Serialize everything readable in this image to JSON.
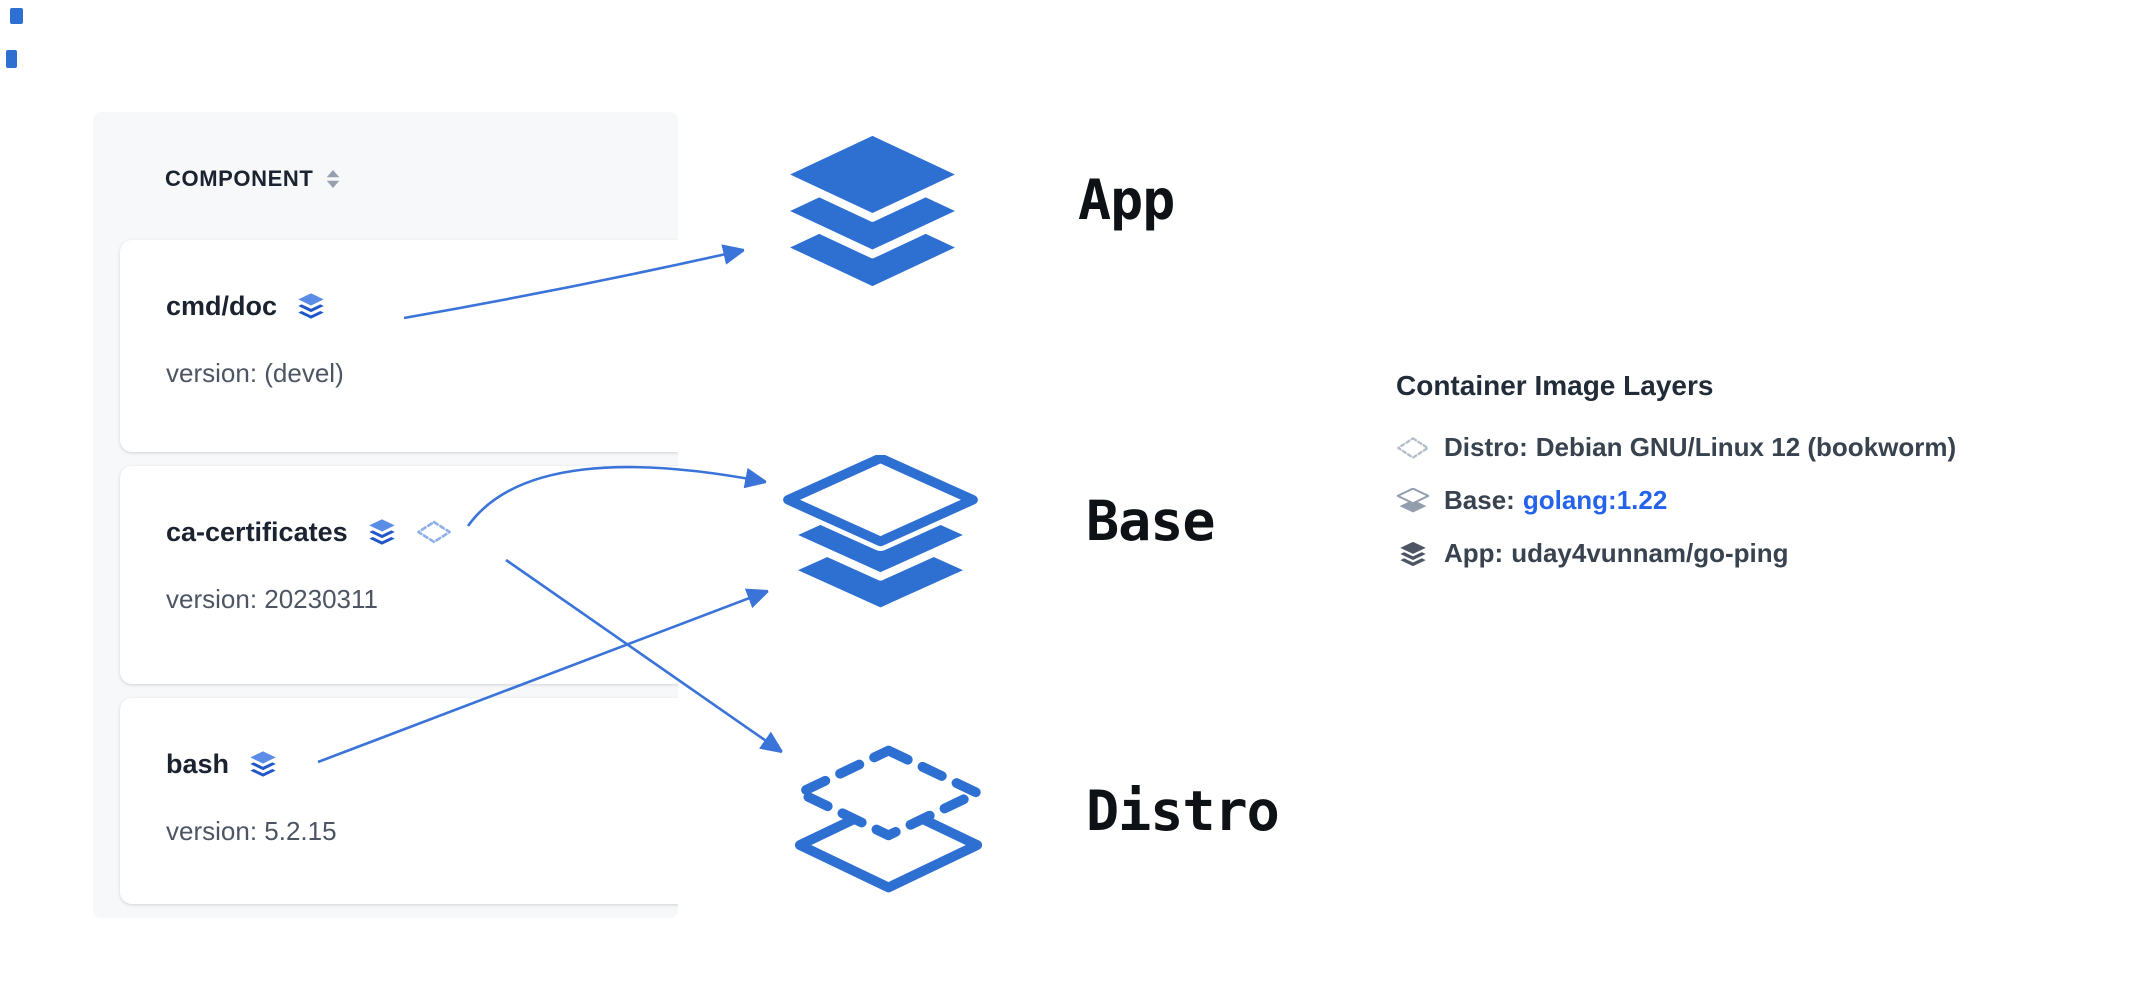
{
  "colors": {
    "accent_blue": "#2e6fd2",
    "arrow_blue": "#3b74d9",
    "link_blue": "#2563eb",
    "panel_bg": "#f7f8fa"
  },
  "panel": {
    "header": "COMPONENT",
    "rows": [
      {
        "name": "cmd/doc",
        "version": "version: (devel)"
      },
      {
        "name": "ca-certificates",
        "version": "version: 20230311"
      },
      {
        "name": "bash",
        "version": "version: 5.2.15"
      }
    ]
  },
  "diagram": {
    "labels": {
      "app": "App",
      "base": "Base",
      "distro": "Distro"
    }
  },
  "legend": {
    "title": "Container Image Layers",
    "items": [
      {
        "label": "Distro:",
        "value": "Debian GNU/Linux 12 (bookworm)"
      },
      {
        "label": "Base:",
        "value": "golang:1.22"
      },
      {
        "label": "App:",
        "value": "uday4vunnam/go-ping"
      }
    ]
  }
}
